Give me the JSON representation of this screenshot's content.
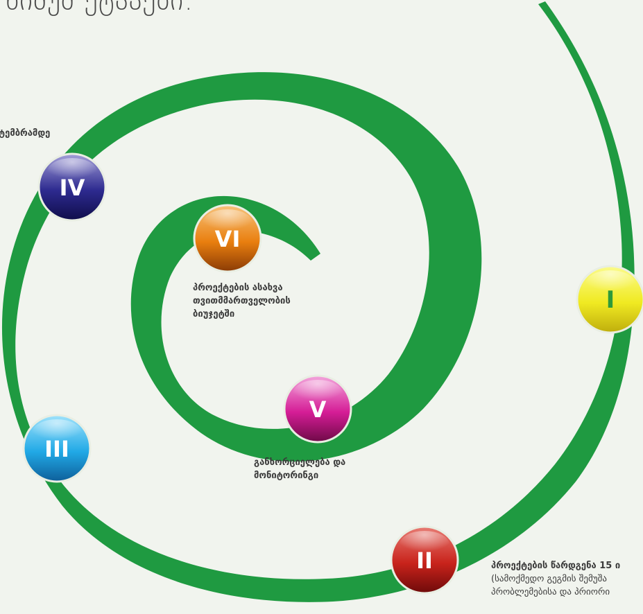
{
  "title": "ნიმუშ ეტაპები:",
  "steps": [
    {
      "numeral": "I",
      "name": "step-1",
      "color_top": "#fbfb8a",
      "color_mid": "#f0ea22",
      "color_bottom": "#bfae0c",
      "text_color": "#2e9a3a"
    },
    {
      "numeral": "II",
      "name": "step-2",
      "color_top": "#e87b73",
      "color_mid": "#c8231b",
      "color_bottom": "#6e0a0a",
      "text_color": "#ffffff"
    },
    {
      "numeral": "III",
      "name": "step-3",
      "color_top": "#9ee2fb",
      "color_mid": "#21a9e6",
      "color_bottom": "#0e5f9a",
      "text_color": "#ffffff"
    },
    {
      "numeral": "IV",
      "name": "step-4",
      "color_top": "#a39fd8",
      "color_mid": "#2d2a8f",
      "color_bottom": "#0f0d4a",
      "text_color": "#ffffff"
    },
    {
      "numeral": "V",
      "name": "step-5",
      "color_top": "#f3a6dc",
      "color_mid": "#d51d96",
      "color_bottom": "#6e0947",
      "text_color": "#ffffff"
    },
    {
      "numeral": "VI",
      "name": "step-6",
      "color_top": "#f7c27a",
      "color_mid": "#e97f0f",
      "color_bottom": "#8a3b05",
      "text_color": "#ffffff"
    }
  ],
  "labels": {
    "step4": "ტემბრამდე",
    "step6": [
      "პროექტების ასახვა",
      "თვითმმართველობის",
      "ბიუჯეტში"
    ],
    "step5": [
      "განხორციელება და",
      "მონიტორინგი"
    ],
    "step2": [
      "პროექტების წარდგენა 15 ი",
      "(სამოქმედო გეგმის შემუშა",
      "პრობლემებისა და პრიორი"
    ]
  },
  "colors": {
    "spiral": "#1f9a41",
    "background": "#f1f4ee",
    "text": "#3a3a3a"
  }
}
